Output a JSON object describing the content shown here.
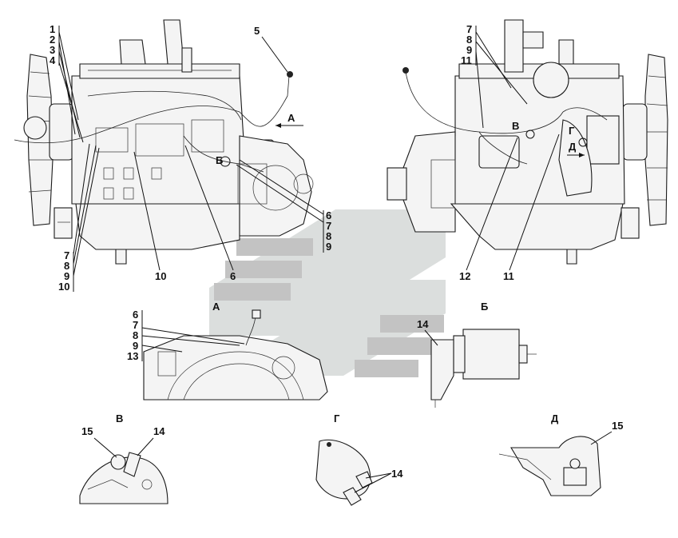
{
  "diagram": {
    "engine_left": {
      "callouts": {
        "top_group": [
          "1",
          "2",
          "3",
          "4"
        ],
        "five": "5",
        "view_a": "А",
        "view_b": "Б",
        "bottom_left_group": [
          "7",
          "8",
          "9",
          "10"
        ],
        "ten": "10",
        "six": "6",
        "right_group": [
          "6",
          "7",
          "8",
          "9"
        ]
      }
    },
    "engine_right": {
      "callouts": {
        "top_group": [
          "7",
          "8",
          "9",
          "11"
        ],
        "view_v": "В",
        "view_g": "Г",
        "view_d": "Д",
        "twelve": "12",
        "eleven": "11"
      }
    },
    "detail_a": {
      "title": "А",
      "callouts": [
        "6",
        "7",
        "8",
        "9",
        "13"
      ]
    },
    "detail_b": {
      "title": "Б",
      "callout": "14"
    },
    "detail_v": {
      "title": "В",
      "callouts": [
        "15",
        "14"
      ]
    },
    "detail_g": {
      "title": "Г",
      "callout": "14"
    },
    "detail_d": {
      "title": "Д",
      "callout": "15"
    },
    "watermark": {
      "color": "#8a8f88"
    }
  }
}
